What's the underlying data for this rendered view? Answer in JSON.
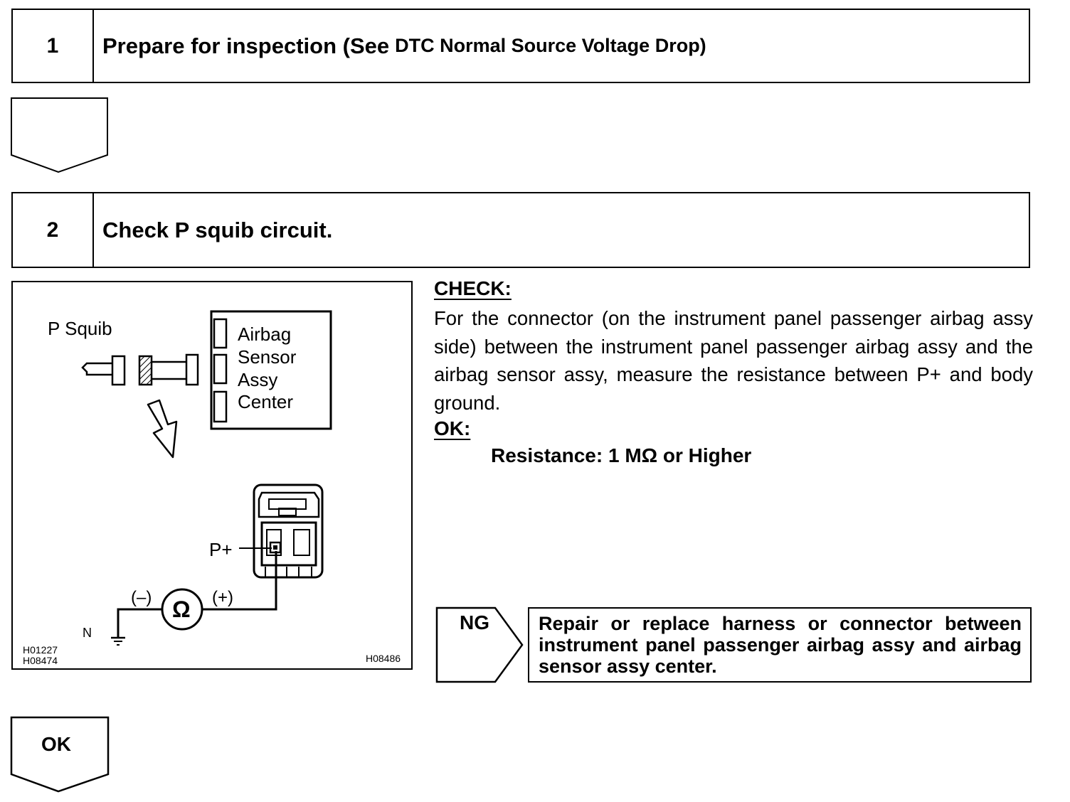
{
  "steps": [
    {
      "number": "1",
      "title": "Prepare for inspection (See",
      "title_small": "DTC Normal Source Voltage Drop)"
    },
    {
      "number": "2",
      "title": "Check P squib circuit."
    }
  ],
  "figure": {
    "p_squib_label": "P Squib",
    "sensor_lines": [
      "Airbag",
      "Sensor",
      "Assy",
      "Center"
    ],
    "terminal_label": "P+",
    "minus_label": "(–)",
    "plus_label": "(+)",
    "ohm_symbol": "Ω",
    "ground_label": "N",
    "code_left_1": "H01227",
    "code_left_2": "H08474",
    "code_right": "H08486"
  },
  "check": {
    "heading": "CHECK:",
    "body": "For the connector (on the instrument panel passenger airbag assy side) between the instrument panel passenger airbag assy and the airbag sensor assy, measure the resistance be­tween P+ and body ground."
  },
  "ok": {
    "heading": "OK:",
    "value": "Resistance: 1 MΩ or Higher"
  },
  "ng": {
    "label": "NG",
    "action": "Repair or replace harness or connector between instrument panel passenger airbag assy and airbag sensor assy center."
  },
  "ok_arrow_label": "OK"
}
